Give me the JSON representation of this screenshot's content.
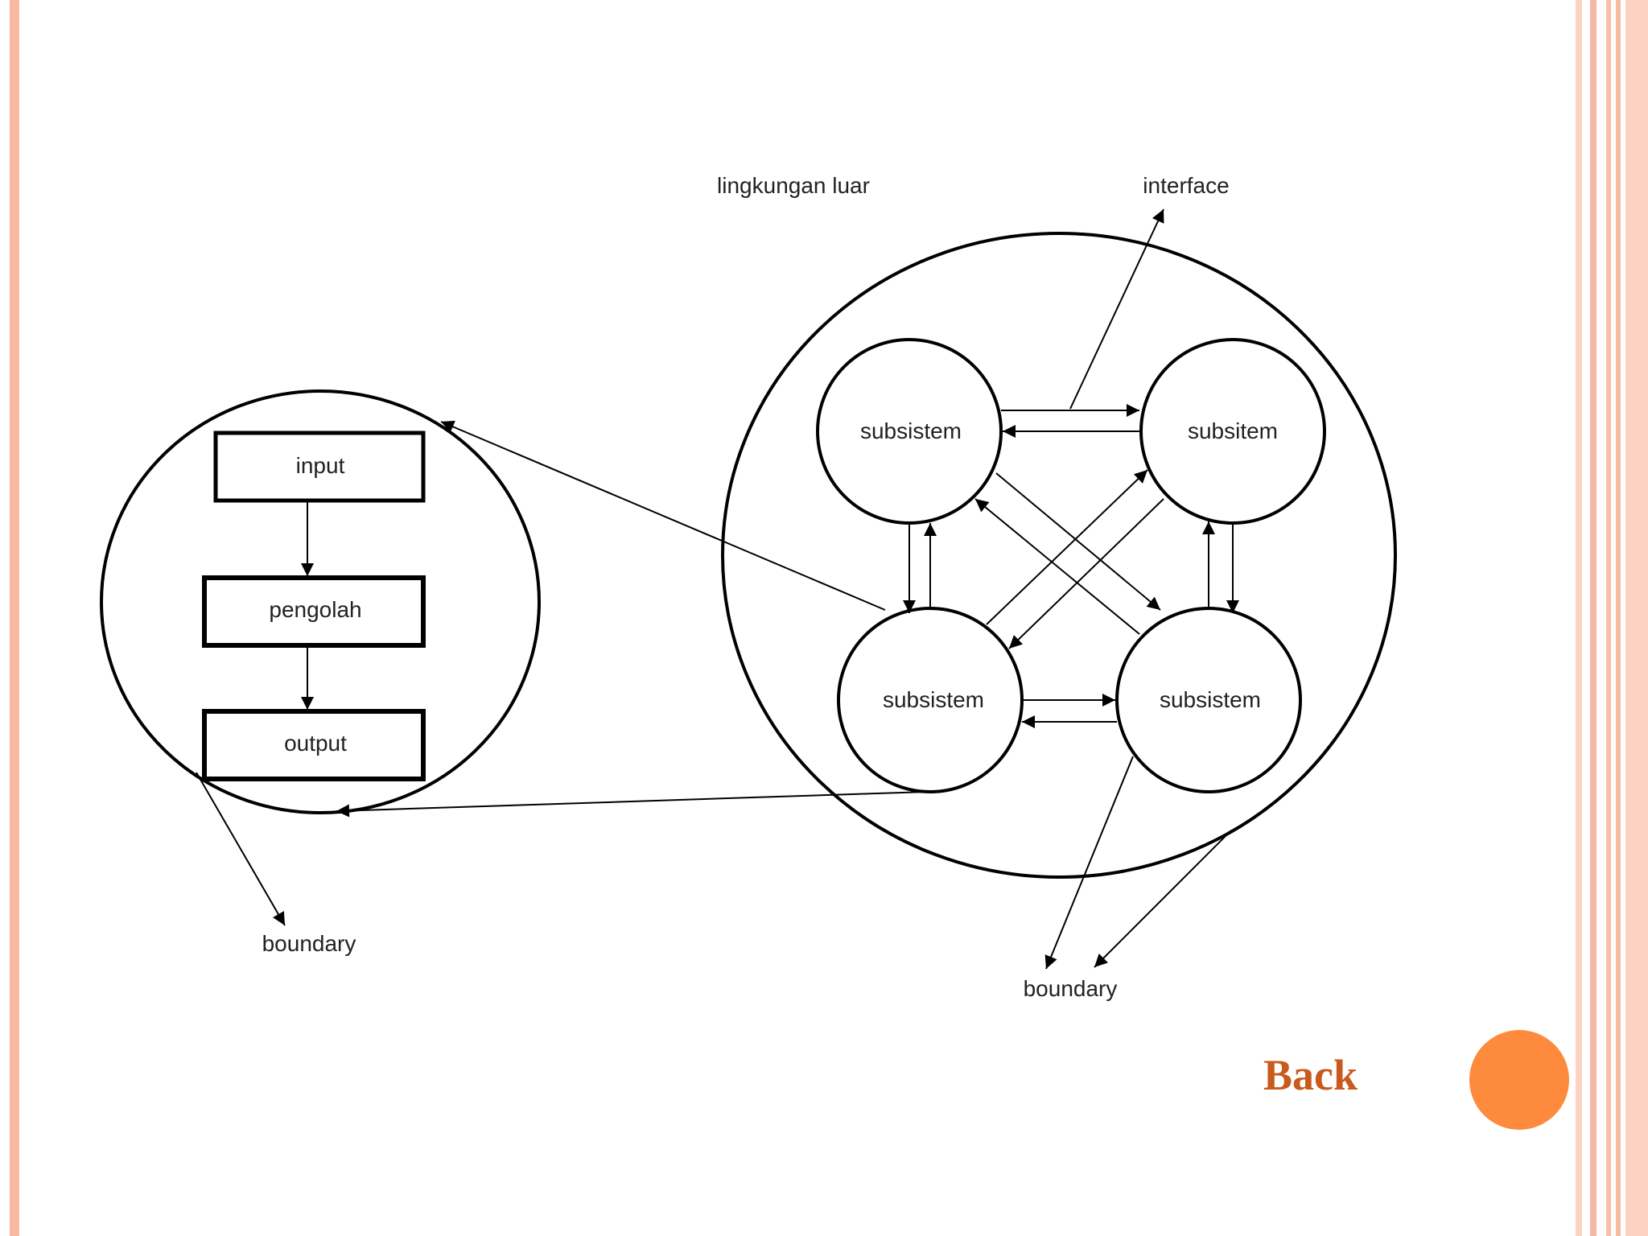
{
  "slide": {
    "accent_color": "#fd8a3d",
    "border_color": "#f7b9a4",
    "back_color": "#c9591c"
  },
  "diagram": {
    "detail": {
      "input_label": "input",
      "process_label": "pengolah",
      "output_label": "output",
      "boundary_label": "boundary"
    },
    "system": {
      "environment_label": "lingkungan luar",
      "interface_label": "interface",
      "subsystem_top_left": "subsistem",
      "subsystem_top_right": "subsitem",
      "subsystem_bottom_left": "subsistem",
      "subsystem_bottom_right": "subsistem",
      "boundary_label": "boundary"
    }
  },
  "nav": {
    "back_label": "Back"
  }
}
